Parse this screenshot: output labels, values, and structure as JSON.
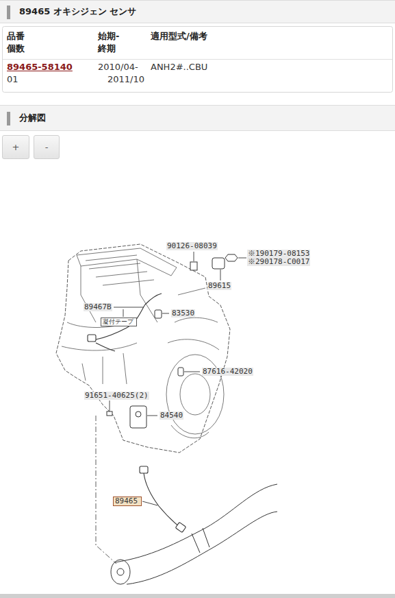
{
  "diagram": {
    "nodes": [
      {
        "text": [
          "89465 オキシジェン センサ"
        ]
      },
      {
        "text": [
          "分解図"
        ]
      },
      {
        "text": [
          "+"
        ]
      },
      {
        "text": [
          "-"
        ]
      },
      {
        "text": [
          "凝付テープ"
        ]
      },
      {
        "text": [
          "89465"
        ]
      }
    ],
    "labels": [
      "品番",
      "個数",
      "始期-",
      "終期",
      "適用型式/備考",
      "89465-58140",
      "01",
      "2010/04-",
      "2011/10",
      "ANH2#..CBU",
      "90126-08039",
      "※190179-08153",
      "※290178-C0017",
      "89615",
      "89467B",
      "83530",
      "87616-42020",
      "91651-40625(2)",
      "84540"
    ]
  }
}
